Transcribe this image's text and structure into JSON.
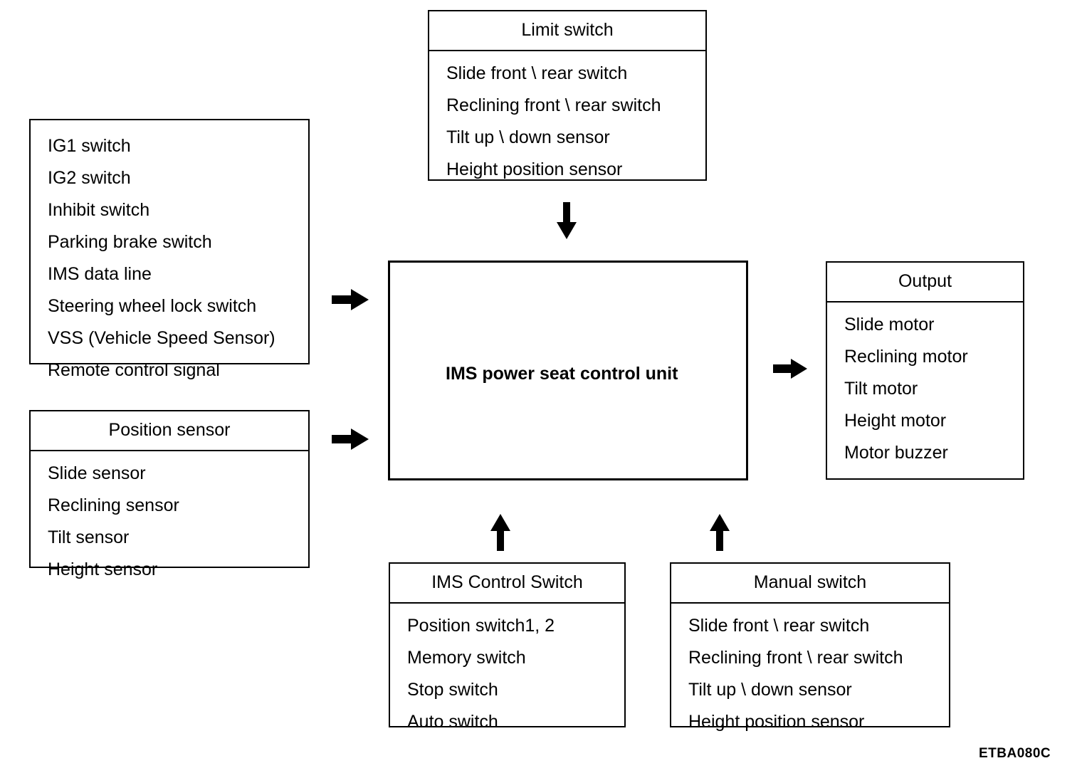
{
  "diagram": {
    "title": "IMS power seat control system block diagram",
    "caption": "ETBA080C",
    "line_color": "#000000",
    "background_color": "#ffffff"
  },
  "boxes": {
    "limit_switch": {
      "title": "Limit switch",
      "items": [
        "Slide front \\ rear switch",
        "Reclining front \\ rear switch",
        "Tilt up \\ down sensor",
        "Height position sensor"
      ]
    },
    "inputs": {
      "title": "",
      "items": [
        "IG1 switch",
        "IG2 switch",
        "Inhibit switch",
        "Parking brake switch",
        "IMS data line",
        "Steering wheel lock switch",
        "VSS (Vehicle Speed Sensor)",
        "Remote control signal"
      ]
    },
    "position_sensor": {
      "title": "Position sensor",
      "items": [
        "Slide sensor",
        "Reclining sensor",
        "Tilt sensor",
        "Height sensor"
      ]
    },
    "control_unit": {
      "label": "IMS power seat control unit"
    },
    "output": {
      "title": "Output",
      "items": [
        "Slide motor",
        "Reclining motor",
        "Tilt motor",
        "Height motor",
        "Motor buzzer"
      ]
    },
    "ims_control_switch": {
      "title": "IMS Control Switch",
      "items": [
        "Position switch1, 2",
        "Memory switch",
        "Stop switch",
        "Auto switch"
      ]
    },
    "manual_switch": {
      "title": "Manual switch",
      "items": [
        "Slide front \\ rear switch",
        "Reclining front \\ rear switch",
        "Tilt up \\ down sensor",
        "Height position sensor"
      ]
    }
  },
  "arrows": [
    {
      "name": "limit-switch-to-control-unit",
      "direction": "down"
    },
    {
      "name": "inputs-to-control-unit",
      "direction": "right"
    },
    {
      "name": "position-sensor-to-control-unit",
      "direction": "right"
    },
    {
      "name": "control-unit-to-output",
      "direction": "right"
    },
    {
      "name": "ims-control-switch-to-control-unit",
      "direction": "up"
    },
    {
      "name": "manual-switch-to-control-unit",
      "direction": "up"
    }
  ]
}
